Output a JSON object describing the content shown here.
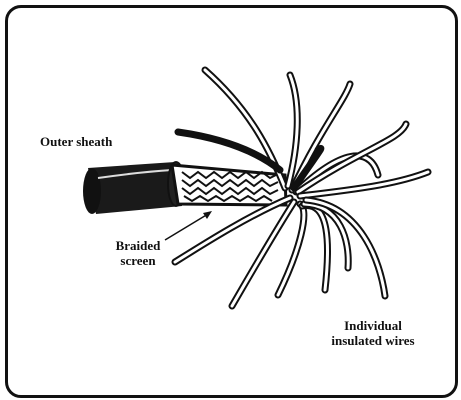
{
  "labels": {
    "outer_sheath": "Outer sheath",
    "braided_screen_line1": "Braided",
    "braided_screen_line2": "screen",
    "insulated_wires_line1": "Individual",
    "insulated_wires_line2": "insulated wires"
  },
  "colors": {
    "ink": "#111111",
    "paper": "#ffffff"
  }
}
